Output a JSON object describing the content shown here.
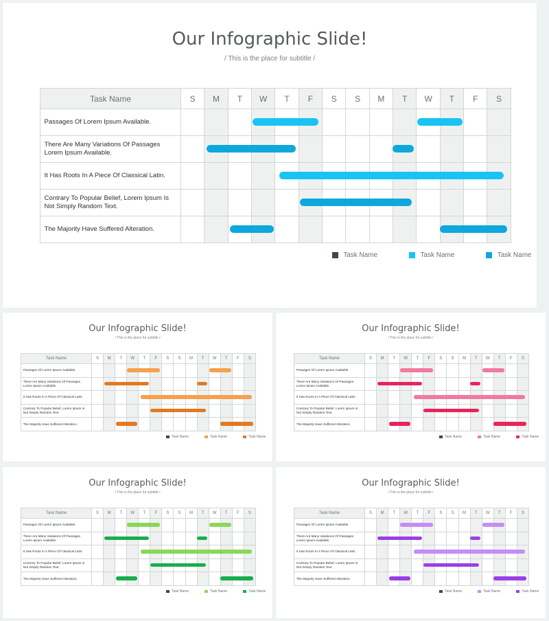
{
  "title": "Our Infographic Slide!",
  "subtitle": "/ This is the place for subtitle /",
  "table": {
    "task_header": "Task Name",
    "days": [
      "S",
      "M",
      "T",
      "W",
      "T",
      "F",
      "S",
      "S",
      "M",
      "T",
      "W",
      "T",
      "F",
      "S"
    ],
    "shaded_days": [
      1,
      3,
      5,
      9,
      11,
      13
    ],
    "tasks": [
      "Passages Of Lorem Ipsum Available.",
      "There Are Many Variations Of Passages Lorem Ipsum Available.",
      "It Has Roots In A Piece Of Classical Latin.",
      "Contrary To Popular Belief, Lorem Ipsum Is Not Simply Random Text.",
      "The Majority Have Suffered Alteration."
    ],
    "bars": [
      {
        "row": 0,
        "start": 3.05,
        "end": 5.85,
        "series": 1
      },
      {
        "row": 0,
        "start": 10.05,
        "end": 11.95,
        "series": 1
      },
      {
        "row": 1,
        "start": 1.1,
        "end": 4.9,
        "series": 2
      },
      {
        "row": 1,
        "start": 9.0,
        "end": 9.9,
        "series": 2
      },
      {
        "row": 2,
        "start": 4.2,
        "end": 13.7,
        "series": 1
      },
      {
        "row": 3,
        "start": 5.05,
        "end": 9.8,
        "series": 2
      },
      {
        "row": 4,
        "start": 2.1,
        "end": 3.95,
        "series": 2
      },
      {
        "row": 4,
        "start": 11.0,
        "end": 13.85,
        "series": 2
      }
    ]
  },
  "legend": [
    "Task Name",
    "Task Name",
    "Task Name"
  ],
  "slides": [
    {
      "name": "slide-blue",
      "legend_colors": [
        "#3c4654",
        "#19c3f2",
        "#0ea8dc"
      ],
      "bar_colors": [
        "#19c3f2",
        "#0ea8dc"
      ]
    },
    {
      "name": "slide-orange",
      "legend_colors": [
        "#3c4654",
        "#f6a04d",
        "#e2791f"
      ],
      "bar_colors": [
        "#f6a04d",
        "#e2791f"
      ]
    },
    {
      "name": "slide-pink",
      "legend_colors": [
        "#3c4654",
        "#f07aa0",
        "#e8245a"
      ],
      "bar_colors": [
        "#f07aa0",
        "#e8245a"
      ]
    },
    {
      "name": "slide-green",
      "legend_colors": [
        "#3c4654",
        "#8cd65a",
        "#18ad4e"
      ],
      "bar_colors": [
        "#8cd65a",
        "#18ad4e"
      ]
    },
    {
      "name": "slide-purple",
      "legend_colors": [
        "#3c4654",
        "#c58ef2",
        "#9a3fe8"
      ],
      "bar_colors": [
        "#c58ef2",
        "#9a3fe8"
      ]
    }
  ]
}
